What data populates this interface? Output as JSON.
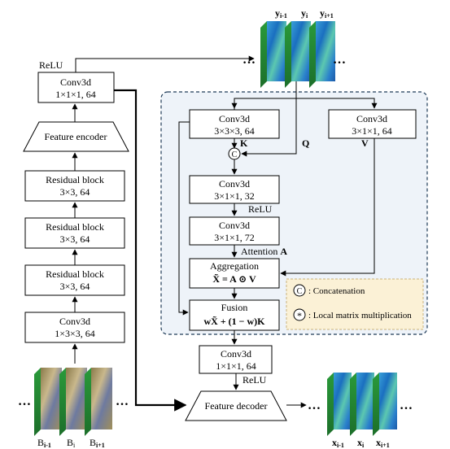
{
  "left": {
    "relu": "ReLU",
    "conv_top": {
      "line1": "Conv3d",
      "line2": "1×1×1, 64"
    },
    "encoder": "Feature encoder",
    "res1": {
      "line1": "Residual block",
      "line2": "3×3, 64"
    },
    "res2": {
      "line1": "Residual block",
      "line2": "3×3, 64"
    },
    "res3": {
      "line1": "Residual block",
      "line2": "3×3, 64"
    },
    "conv_bottom": {
      "line1": "Conv3d",
      "line2": "1×3×3, 64"
    }
  },
  "inputs": {
    "ellipsis": "…",
    "labels": {
      "b0": "B",
      "b0_sub": "i-1",
      "b1": "B",
      "b1_sub": "i",
      "b2": "B",
      "b2_sub": "i+1"
    }
  },
  "top_outputs": {
    "ellipsis": "…",
    "labels": {
      "y0": "y",
      "y0_sub": "i-1",
      "y1": "y",
      "y1_sub": "i",
      "y2": "y",
      "y2_sub": "i+1"
    }
  },
  "attention": {
    "conv_k": {
      "line1": "Conv3d",
      "line2": "3×3×3, 64"
    },
    "conv_v": {
      "line1": "Conv3d",
      "line2": "3×1×1, 64"
    },
    "k_label": "K",
    "q_label": "Q",
    "v_label": "V",
    "concat_symbol": "C",
    "conv_32": {
      "line1": "Conv3d",
      "line2": "3×1×1, 32"
    },
    "relu": "ReLU",
    "conv_72": {
      "line1": "Conv3d",
      "line2": "3×1×1, 72"
    },
    "attention_label": "Attention",
    "attention_symbol": "A",
    "aggregation": {
      "line1": "Aggregation",
      "line2_lhs": "X̃",
      "line2_rhs": "= A ⊙ V"
    },
    "fusion": {
      "line1": "Fusion",
      "line2": "wX̃ + (1 − w)K"
    }
  },
  "legend": {
    "concat_symbol": "C",
    "concat_text": ": Concatenation",
    "local_symbol": "*",
    "local_text": ": Local matrix multiplication"
  },
  "decoder_side": {
    "conv": {
      "line1": "Conv3d",
      "line2": "1×1×1, 64"
    },
    "relu": "ReLU",
    "decoder": "Feature decoder"
  },
  "outputs": {
    "ellipsis": "…",
    "labels": {
      "x0": "x",
      "x0_sub": "i-1",
      "x1": "x",
      "x1_sub": "i",
      "x2": "x",
      "x2_sub": "i+1"
    }
  },
  "colors": {
    "panel_fill": "#eef3f9",
    "panel_stroke": "#1f3b57",
    "legend_fill": "#fbf1d6",
    "legend_stroke": "#c9b27a"
  }
}
